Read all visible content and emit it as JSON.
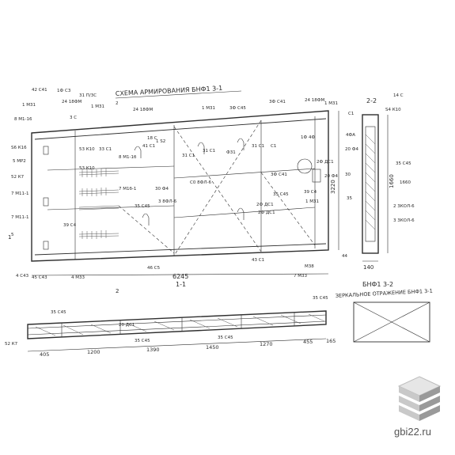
{
  "titles": {
    "main": "СХЕМА АРМИРОВАНИЯ БНФ1 3-1",
    "section_1_1": "1-1",
    "section_2_2": "2-2",
    "side_caption": "БНФ1 3-2",
    "mirror_caption": "ЗЕРКАЛЬНОЕ ОТРАЖЕНИЕ БНФ1 3-1"
  },
  "dimensions": {
    "length_main": "6245",
    "height_main": "3220",
    "side_height": "1660",
    "side_width": "140",
    "section_segments": [
      "405",
      "1200",
      "1390",
      "1450",
      "1270",
      "455",
      "165"
    ]
  },
  "marks": [
    "42 С41",
    "1Ф С3",
    "31 П/3С",
    "24 18ФМ",
    "1 М31",
    "3Ф С41",
    "24 18ФМ",
    "1 М31",
    "1 М31",
    "8 М1-16",
    "3 С",
    "24 18ФМ",
    "1 М31",
    "3Ф С45",
    "2",
    "18 С",
    "S6 К16",
    "5 МР2",
    "52 К7",
    "7 М11-1",
    "5",
    "53 К10",
    "33 С1",
    "1 S2",
    "31 С1",
    "31 С1",
    "Ф31",
    "С1",
    "31 С1",
    "41 С1",
    "1Ф 4Ф",
    "3Ф С41",
    "20 Ф4",
    "53 К10",
    "С0 8ФЛ-6",
    "39 С4",
    "7 М11-1",
    "8 М1-1б",
    "7 М1б-1",
    "2Ф ДС1",
    "30 Ф4",
    "35 С45",
    "35 С45",
    "3 8ФЛ-6",
    "39 С4",
    "2Ф ДС1",
    "1 М31",
    "4 С43",
    "4 М33",
    "45 С43",
    "46 С5",
    "43 С1",
    "2Ф ДС1",
    "М38",
    "7 М33",
    "4ФА",
    "20 Ф4",
    "14 С",
    "S4 К10",
    "1660",
    "35 С45",
    "2 3КОЛ-6",
    "3 3КОЛ-6",
    "30",
    "35",
    "44",
    "С1",
    "35 С45",
    "35 С45",
    "20 ДС1",
    "35 С45",
    "35 С45",
    "52 К7"
  ],
  "brand": {
    "site": "gbi22.ru",
    "logo_icon": "stacked-slabs-icon",
    "logo_colors": [
      "#c9c9c9",
      "#e6e6e6",
      "#9a9a9a"
    ]
  }
}
